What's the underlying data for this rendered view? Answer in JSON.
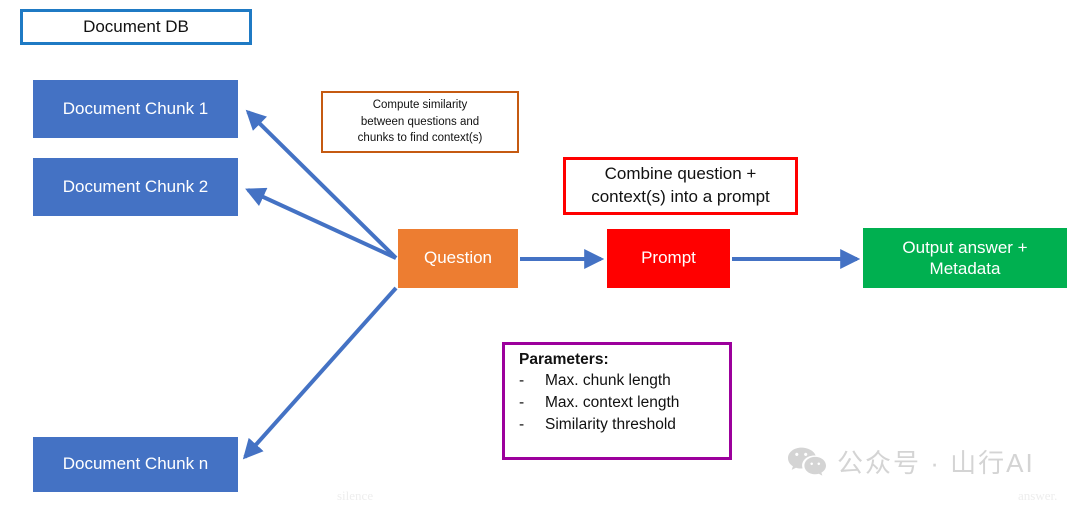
{
  "diagram": {
    "title_box": {
      "label": "Document DB"
    },
    "chunks": [
      {
        "label": "Document Chunk 1"
      },
      {
        "label": "Document Chunk 2"
      },
      {
        "label": "Document Chunk n"
      }
    ],
    "similarity_note": {
      "lines": [
        "Compute similarity",
        "between questions and",
        "chunks to find context(s)"
      ],
      "border_color": "#c55a11"
    },
    "combine_note": {
      "lines": [
        "Combine question +",
        "context(s) into a prompt"
      ],
      "border_color": "#ff0000"
    },
    "flow": {
      "question": {
        "label": "Question",
        "color": "#ed7d31"
      },
      "prompt": {
        "label": "Prompt",
        "color": "#ff0000"
      },
      "output": {
        "line1": "Output answer +",
        "line2": "Metadata",
        "color": "#00b050"
      }
    },
    "parameters": {
      "title": "Parameters:",
      "bullet": "-",
      "items": [
        "Max. chunk length",
        "Max. context length",
        "Similarity threshold"
      ],
      "border_color": "#9c009c"
    },
    "colors": {
      "chunk_blue": "#4472c4",
      "arrow_blue": "#4472c4",
      "db_border_blue": "#1f7ac4"
    }
  },
  "watermark": {
    "icon": "wechat-icon",
    "text": "公众号 · 山行AI"
  },
  "artifacts": {
    "faint_text_left": "silence",
    "faint_text_right": "answer."
  }
}
